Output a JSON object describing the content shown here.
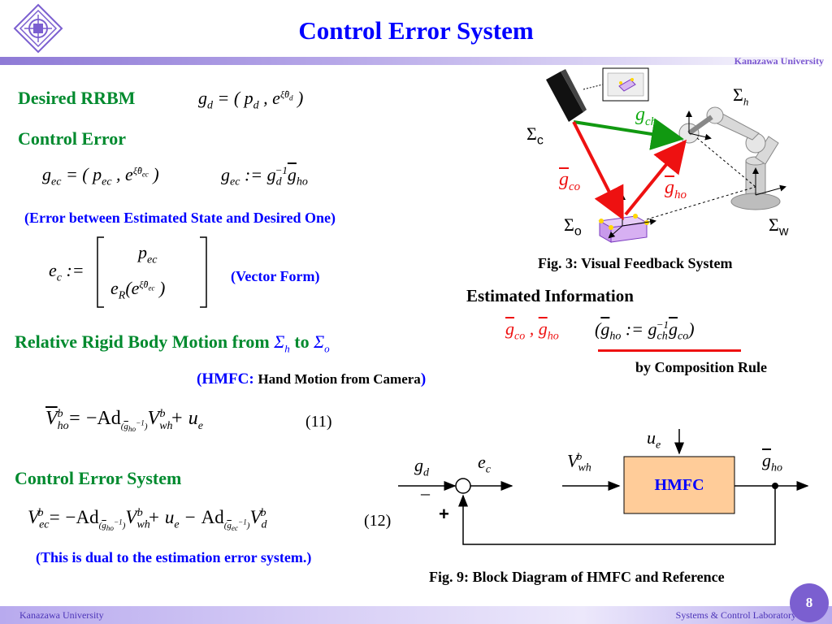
{
  "header": {
    "title": "Control Error System",
    "university": "Kanazawa University"
  },
  "footer": {
    "university": "Kanazawa University",
    "lab": "Systems & Control Laboratory",
    "page_number": "8"
  },
  "sections": {
    "desired_rrbm": "Desired RRBM",
    "control_error": "Control Error",
    "error_note": "(Error between Estimated State and Desired One)",
    "vector_form": "(Vector Form)",
    "relative_motion_prefix": "Relative Rigid Body Motion from",
    "relative_motion_to": "to",
    "hmfc_label": "(HMFC:",
    "hmfc_desc": "Hand Motion from Camera",
    "hmfc_close": ")",
    "control_error_system": "Control Error System",
    "dual_note": "(This is dual to the estimation error system.)"
  },
  "equations": {
    "eq11_number": "(11)",
    "eq12_number": "(12)"
  },
  "fig3": {
    "caption": "Fig. 3: Visual Feedback System"
  },
  "estimated": {
    "heading": "Estimated Information",
    "composition": "by Composition Rule"
  },
  "fig9": {
    "caption": "Fig. 9: Block Diagram of HMFC and Reference",
    "block_label": "HMFC",
    "minus_sign": "–",
    "plus_sign": "+"
  },
  "colors": {
    "title": "#0000ff",
    "green_heading": "#008a2e",
    "red_arrow": "#ee1111",
    "green_arrow": "#119911",
    "hmfc_block": "#ffcc99",
    "accent": "#7b5fd0"
  }
}
